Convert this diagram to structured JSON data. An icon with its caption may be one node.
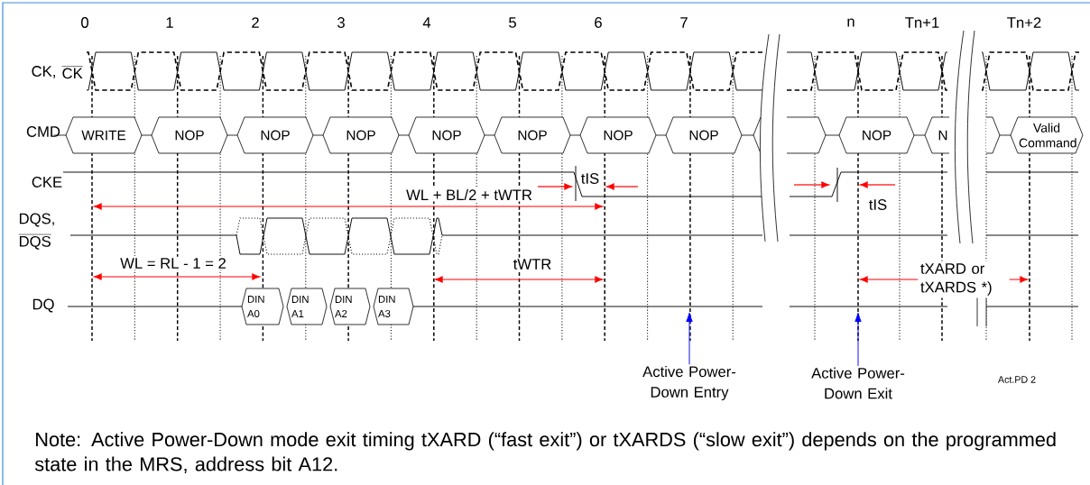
{
  "diagram": {
    "caption": "Note: Active Power-Down mode exit timing tXARD (“fast exit”)  or tXARDS (“slow exit”) depends on the programmed state in the MRS, address bit A12.",
    "nodes": [
      {
        "text": [
          "WRITE"
        ]
      },
      {
        "text": [
          "NOP"
        ]
      },
      {
        "text": [
          "NOP"
        ]
      },
      {
        "text": [
          "NOP"
        ]
      },
      {
        "text": [
          "NOP"
        ]
      },
      {
        "text": [
          "NOP"
        ]
      },
      {
        "text": [
          "NOP"
        ]
      },
      {
        "text": [
          "NOP"
        ]
      },
      {
        "text": [
          "NOP"
        ]
      },
      {
        "text": [
          "N"
        ]
      },
      {
        "text": [
          "Valid Command"
        ]
      },
      {
        "text": [
          "DIN A0"
        ]
      },
      {
        "text": [
          "DIN A1"
        ]
      },
      {
        "text": [
          "DIN A2"
        ]
      },
      {
        "text": [
          "DIN A3"
        ]
      },
      {
        "text": [
          "Active Power-Down Entry"
        ]
      },
      {
        "text": [
          "Active Power-Down Exit"
        ]
      }
    ],
    "edges": [
      {
        "from": 15,
        "to": null,
        "arrow": "to",
        "color": "#0000ff"
      },
      {
        "from": 16,
        "to": null,
        "arrow": "to",
        "color": "#0000ff"
      }
    ],
    "labels": [
      "0",
      "1",
      "2",
      "3",
      "4",
      "5",
      "6",
      "7",
      "n",
      "Tn+1",
      "Tn+2",
      "CK,",
      "CK",
      "CMD",
      "CKE",
      "DQS,",
      "DQS",
      "DQ",
      "tIS",
      "WL + BL/2 + tWTR",
      "tIS",
      "WL =  RL - 1 = 2",
      "tWTR",
      "tXARD or tXARDS *)",
      "Act.PD 2"
    ]
  }
}
